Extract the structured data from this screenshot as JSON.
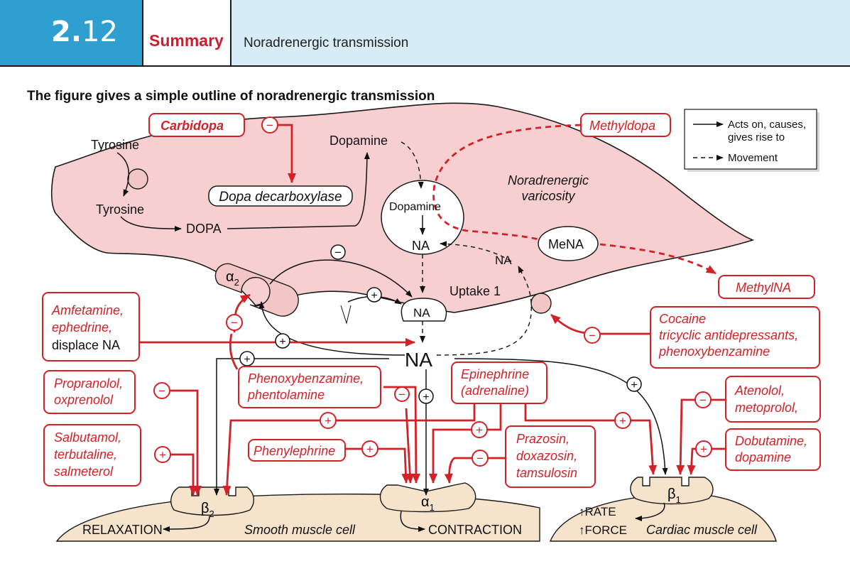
{
  "header": {
    "section_number_major": "2.",
    "section_number_minor": "12",
    "tab_label": "Summary",
    "section_title": "Noradrenergic transmission"
  },
  "figure_title": "The figure gives a simple outline of noradrenergic transmission",
  "legend": {
    "solid": "Acts on, causes,",
    "solid2": "gives rise to",
    "dashed": "Movement"
  },
  "colors": {
    "accent_red": "#d42127",
    "varicosity_fill": "#f8cfd0",
    "cell_fill": "#f5e3cc",
    "header_blue": "#2f9fd0",
    "header_light": "#d6ecf6"
  },
  "labels": {
    "tyrosine_out": "Tyrosine",
    "tyrosine_in": "Tyrosine",
    "dopa": "DOPA",
    "dopamine_top": "Dopamine",
    "dopamine_vesicle": "Dopamine",
    "na_vesicle": "NA",
    "na_arrow": "NA",
    "mena": "MeNA",
    "na_vesicle2": "NA",
    "na_center": "NA",
    "uptake1": "Uptake 1",
    "varicosity_1": "Noradrenergic",
    "varicosity_2": "varicosity",
    "alpha2_sym": "α",
    "alpha2_sub": "2",
    "beta2_sym": "β",
    "beta2_sub": "2",
    "alpha1_sym": "α",
    "alpha1_sub": "1",
    "beta1_sym": "β",
    "beta1_sub": "1",
    "relaxation": "RELAXATION",
    "smooth_muscle": "Smooth muscle cell",
    "contraction": "CONTRACTION",
    "rate": "↑RATE",
    "force": "↑FORCE",
    "cardiac_muscle": "Cardiac muscle cell"
  },
  "drugs": {
    "carbidopa": "Carbidopa",
    "dopa_decarboxylase": "Dopa decarboxylase",
    "methyldopa": "Methyldopa",
    "methylna": "MethylNA",
    "amfetamine_1": "Amfetamine,",
    "amfetamine_2": "ephedrine,",
    "amfetamine_3": "displace NA",
    "cocaine_1": "Cocaine",
    "cocaine_2": "tricyclic antidepressants,",
    "cocaine_3": "phenoxybenzamine",
    "propranolol_1": "Propranolol,",
    "propranolol_2": "oxprenolol",
    "phenoxy_1": "Phenoxybenzamine,",
    "phenoxy_2": "phentolamine",
    "epinephrine_1": "Epinephrine",
    "epinephrine_2": "(adrenaline)",
    "atenolol_1": "Atenolol,",
    "atenolol_2": "metoprolol,",
    "salbutamol_1": "Salbutamol,",
    "salbutamol_2": "terbutaline,",
    "salbutamol_3": "salmeterol",
    "phenylephrine": "Phenylephrine",
    "prazosin_1": "Prazosin,",
    "prazosin_2": "doxazosin,",
    "prazosin_3": "tamsulosin",
    "dobutamine_1": "Dobutamine,",
    "dobutamine_2": "dopamine"
  },
  "signs": {
    "plus": "+",
    "minus": "−"
  }
}
